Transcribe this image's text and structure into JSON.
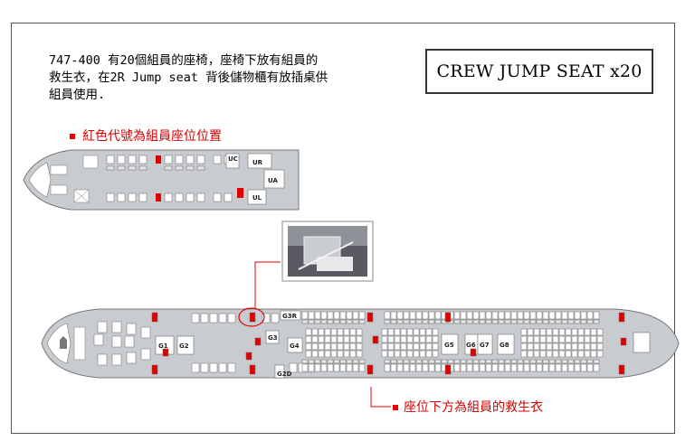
{
  "description_lines": [
    "747-400 有20個組員的座椅，座椅下放有組員的",
    "救生衣，在2R Jump seat 背後儲物櫃有放插桌供",
    "組員使用."
  ],
  "title": "CREW JUMP SEAT x20",
  "legend_text": "紅色代號為組員座位位置",
  "bottom_note": "座位下方為組員的救生衣",
  "upper_deck_labels": {
    "uc": "UC",
    "ur": "UR",
    "ua": "UA",
    "ul": "UL"
  },
  "main_deck_labels": {
    "g1": "G1",
    "g2": "G2",
    "g3r": "G3R",
    "g3": "G3",
    "g4": "G4",
    "g5": "G5",
    "g6": "G6",
    "g7": "G7",
    "g8": "G8",
    "g2d": "G2D"
  },
  "colors": {
    "crew_seat": "#e00000",
    "highlight": "#d40000",
    "fuselage": "#c8ccd0"
  }
}
